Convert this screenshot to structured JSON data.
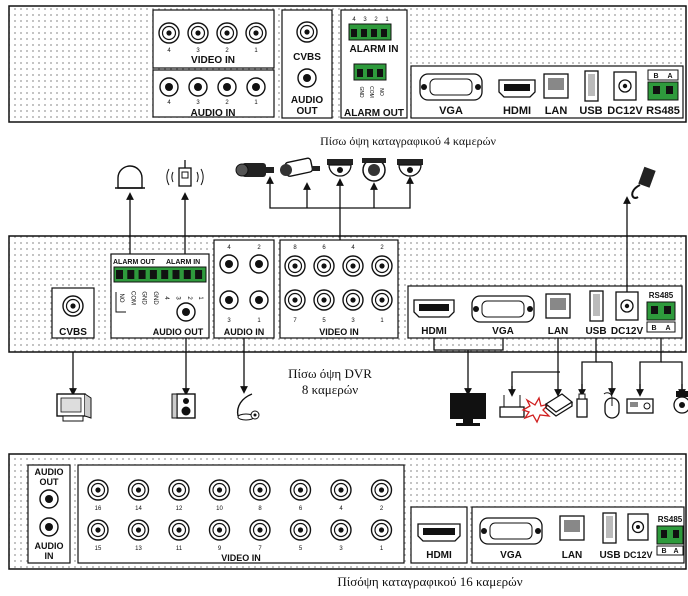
{
  "panels": {
    "p4": {
      "video_in": "VIDEO IN",
      "audio_in": "AUDIO IN",
      "cvbs": "CVBS",
      "audio_out": [
        "AUDIO",
        "OUT"
      ],
      "alarm_in": "ALARM IN",
      "alarm_out": "ALARM OUT",
      "alarm_nums": [
        "4",
        "3",
        "2",
        "1"
      ],
      "alarm_out_pins": [
        "GND",
        "COM",
        "NO"
      ],
      "video_nums": [
        "4",
        "3",
        "2",
        "1"
      ],
      "audio_nums": [
        "4",
        "3",
        "2",
        "1"
      ],
      "vga": "VGA",
      "hdmi": "HDMI",
      "lan": "LAN",
      "usb": "USB",
      "dc": "DC12V",
      "rs485": "RS485",
      "ba": [
        "B",
        "A"
      ],
      "caption": "Πίσω όψη καταγραφικού 4 καμερών"
    },
    "p8": {
      "alarm_out": "ALARM OUT",
      "alarm_in": "ALARM IN",
      "alarm_pins": [
        "NO",
        "COM",
        "GND",
        "GND",
        "4",
        "3",
        "2",
        "1"
      ],
      "audio_out": "AUDIO OUT",
      "cvbs": "CVBS",
      "audio_in": "AUDIO IN",
      "audio_nums_top": [
        "4",
        "2"
      ],
      "audio_nums_bot": [
        "3",
        "1"
      ],
      "video_in": "VIDEO IN",
      "video_nums_top": [
        "8",
        "6",
        "4",
        "2"
      ],
      "video_nums_bot": [
        "7",
        "5",
        "3",
        "1"
      ],
      "hdmi": "HDMI",
      "vga": "VGA",
      "lan": "LAN",
      "usb": "USB",
      "dc": "DC12V",
      "rs485": "RS485",
      "ba": [
        "B",
        "A"
      ],
      "caption": [
        "Πίσω όψη DVR",
        "8 καμερών"
      ]
    },
    "p16": {
      "audio_out": [
        "AUDIO",
        "OUT"
      ],
      "audio_in": [
        "AUDIO",
        "IN"
      ],
      "video_in": "VIDEO IN",
      "video_nums_top": [
        "16",
        "14",
        "12",
        "10",
        "8",
        "6",
        "4",
        "2"
      ],
      "video_nums_bot": [
        "15",
        "13",
        "11",
        "9",
        "7",
        "5",
        "3",
        "1"
      ],
      "hdmi": "HDMI",
      "vga": "VGA",
      "lan": "LAN",
      "usb": "USB",
      "dc": "DC12V",
      "rs485": "RS485",
      "ba": [
        "B",
        "A"
      ],
      "caption": "Πίσόψη καταγραφικού 16 καμερών"
    }
  }
}
